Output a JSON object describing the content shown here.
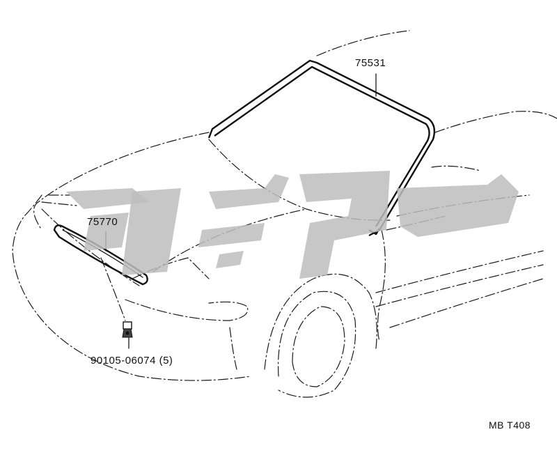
{
  "parts": {
    "windshield_molding": "75531",
    "cowl_louver": "75770",
    "clip": "90105-06074 (5)"
  },
  "diagram_code": "MB T408",
  "colors": {
    "line": "#1a1a1a",
    "watermark": "#bdbdbd",
    "background": "#ffffff"
  }
}
